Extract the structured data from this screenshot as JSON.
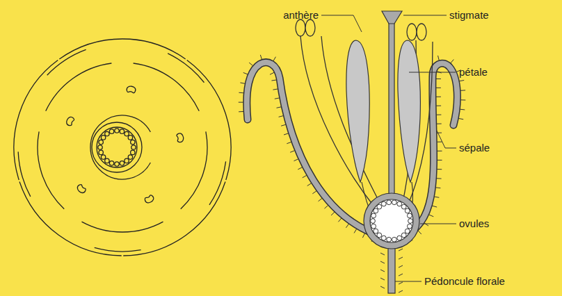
{
  "diagram": {
    "labels": [
      "anthère",
      "stigmate",
      "pétale",
      "sépale",
      "ovules",
      "Pédoncule florale"
    ]
  }
}
